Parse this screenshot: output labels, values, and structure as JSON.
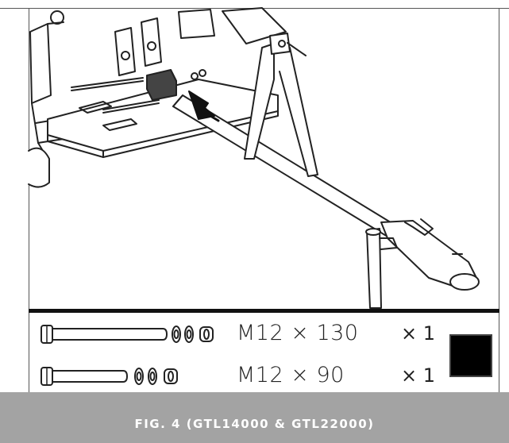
{
  "figure": {
    "caption": "FIG. 4 (GTL14000 & GTL22000)"
  },
  "hardware": [
    {
      "spec": "M12 × 130",
      "qty": "× 1"
    },
    {
      "spec": "M12 × 90",
      "qty": "× 1"
    }
  ],
  "colors": {
    "caption_bar": "#a3a3a3",
    "caption_text": "#ffffff",
    "line_art": "#222222"
  }
}
